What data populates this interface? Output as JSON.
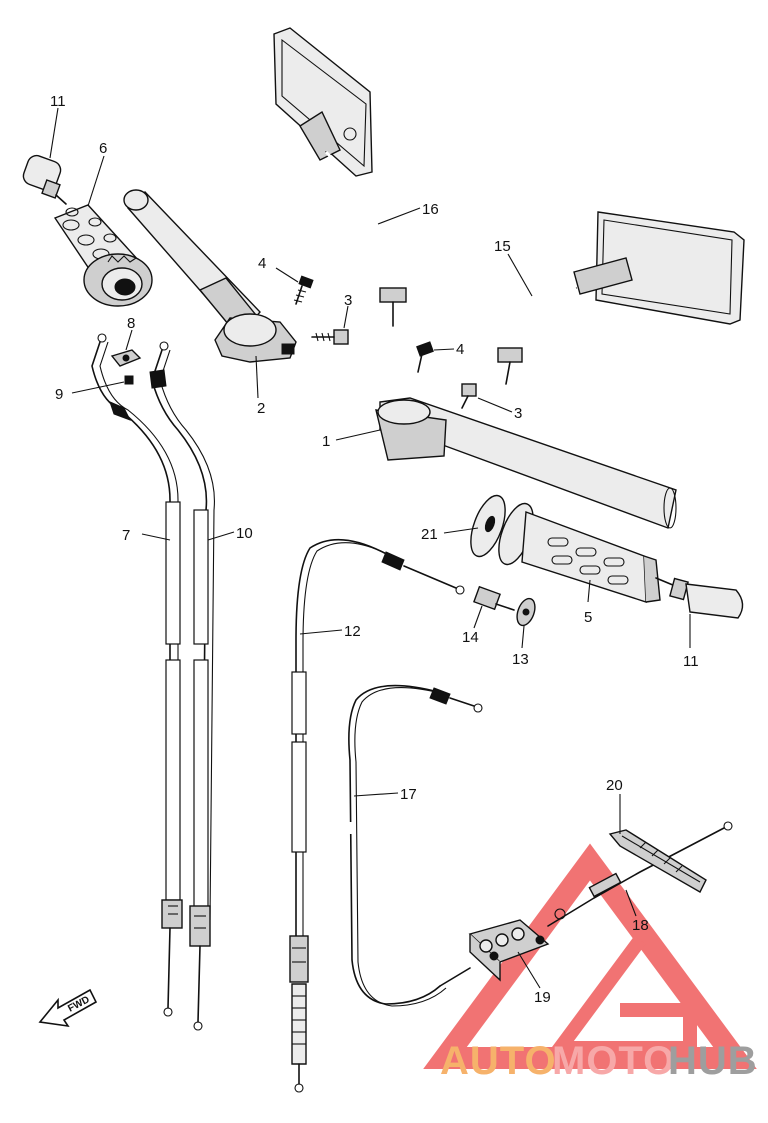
{
  "callouts": {
    "c1": "1",
    "c2": "2",
    "c3a": "3",
    "c3b": "3",
    "c4a": "4",
    "c4b": "4",
    "c5": "5",
    "c6": "6",
    "c7": "7",
    "c8": "8",
    "c9": "9",
    "c10": "10",
    "c11a": "11",
    "c11b": "11",
    "c12": "12",
    "c13": "13",
    "c14": "14",
    "c15": "15",
    "c16": "16",
    "c17": "17",
    "c18": "18",
    "c19": "19",
    "c20": "20",
    "c21": "21"
  },
  "fwd_label": "FWD",
  "watermark": {
    "part1": "AUTO",
    "part2": "MOTO",
    "part3": "HUB",
    "colors": {
      "auto": "#f6b26b",
      "moto": "#f7a8a8",
      "hub": "#9e9e9e",
      "triangle": "#ef5b5b"
    }
  }
}
